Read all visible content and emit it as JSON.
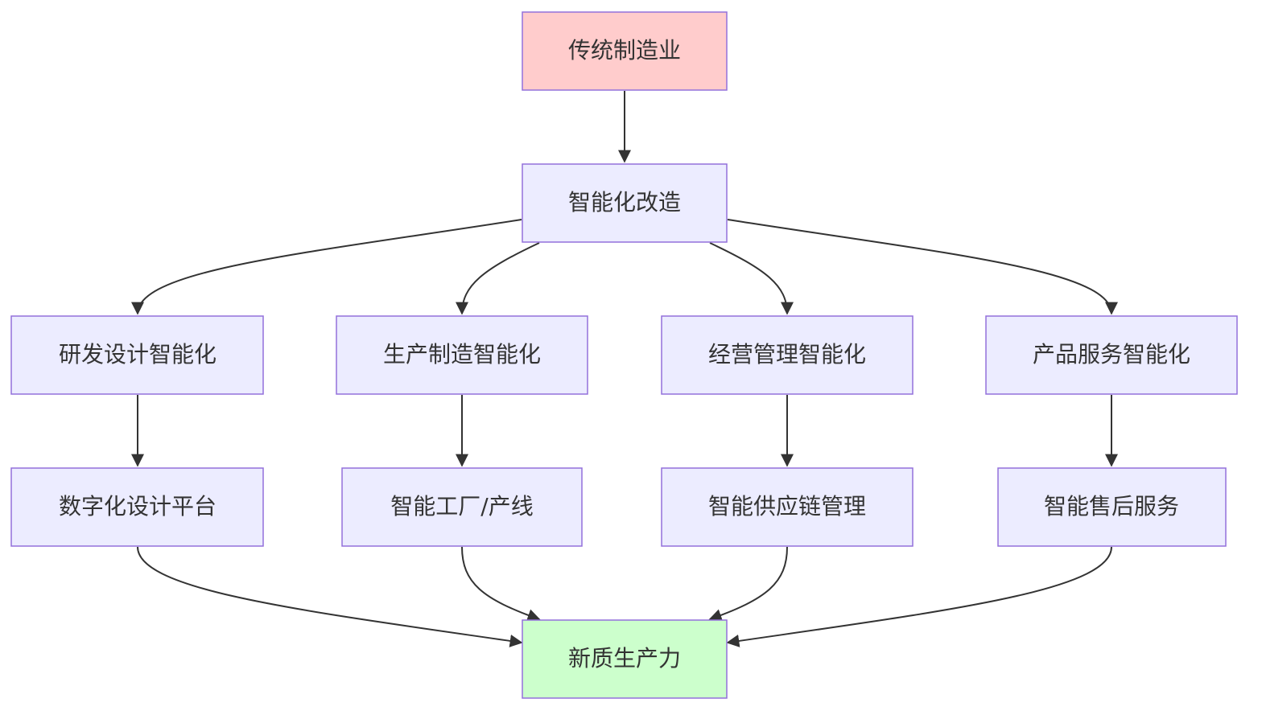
{
  "colors": {
    "default_fill": "#ECECFF",
    "border": "#9370DB",
    "start_fill": "#FFCCCC",
    "end_fill": "#CCFFCC",
    "edge": "#333333",
    "text": "#333333"
  },
  "nodes": {
    "traditional": {
      "label": "传统制造业",
      "fill": "#FFCCCC"
    },
    "transform": {
      "label": "智能化改造",
      "fill": "#ECECFF"
    },
    "rd": {
      "label": "研发设计智能化",
      "fill": "#ECECFF"
    },
    "production": {
      "label": "生产制造智能化",
      "fill": "#ECECFF"
    },
    "management": {
      "label": "经营管理智能化",
      "fill": "#ECECFF"
    },
    "service": {
      "label": "产品服务智能化",
      "fill": "#ECECFF"
    },
    "design_platform": {
      "label": "数字化设计平台",
      "fill": "#ECECFF"
    },
    "smart_factory": {
      "label": "智能工厂/产线",
      "fill": "#ECECFF"
    },
    "supply_chain": {
      "label": "智能供应链管理",
      "fill": "#ECECFF"
    },
    "after_sales": {
      "label": "智能售后服务",
      "fill": "#ECECFF"
    },
    "new_productivity": {
      "label": "新质生产力",
      "fill": "#CCFFCC"
    }
  },
  "edges": [
    {
      "from": "traditional",
      "to": "transform"
    },
    {
      "from": "transform",
      "to": "rd"
    },
    {
      "from": "transform",
      "to": "production"
    },
    {
      "from": "transform",
      "to": "management"
    },
    {
      "from": "transform",
      "to": "service"
    },
    {
      "from": "rd",
      "to": "design_platform"
    },
    {
      "from": "production",
      "to": "smart_factory"
    },
    {
      "from": "management",
      "to": "supply_chain"
    },
    {
      "from": "service",
      "to": "after_sales"
    },
    {
      "from": "design_platform",
      "to": "new_productivity"
    },
    {
      "from": "smart_factory",
      "to": "new_productivity"
    },
    {
      "from": "supply_chain",
      "to": "new_productivity"
    },
    {
      "from": "after_sales",
      "to": "new_productivity"
    }
  ]
}
